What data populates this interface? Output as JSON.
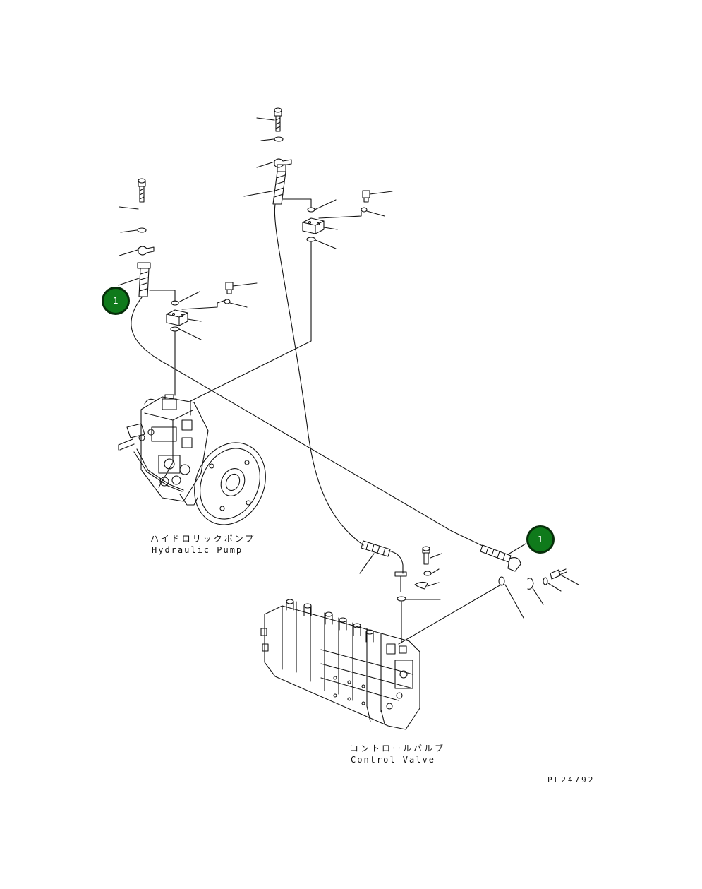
{
  "labels": {
    "pump_jp": "ハイドロリックポンプ",
    "pump_en": "Hydraulic Pump",
    "valve_jp": "コントロールバルブ",
    "valve_en": "Control Valve",
    "drawing_code": "PL24792"
  },
  "callouts": [
    {
      "number": "1"
    },
    {
      "number": "1"
    }
  ],
  "colors": {
    "callout_fill": "#0f7a1b",
    "line": "#111111"
  }
}
